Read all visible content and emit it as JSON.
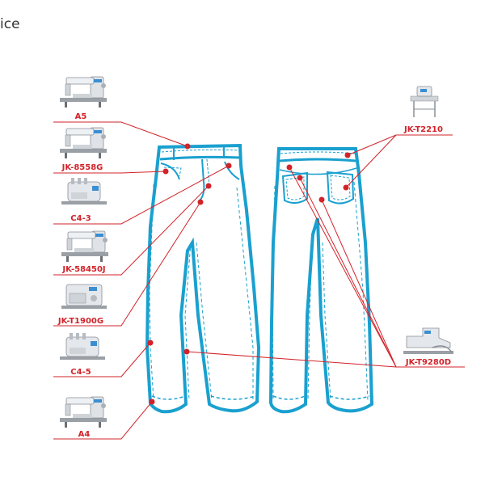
{
  "header": {
    "partial_text": "ice"
  },
  "colors": {
    "accent": "#d2232a",
    "garment": "#1aa0cf",
    "machine": "#8a8f96"
  },
  "machines": [
    {
      "label": "A5",
      "icon": "sewing-machine-icon"
    },
    {
      "label": "JK-8558G",
      "icon": "sewing-machine-icon"
    },
    {
      "label": "C4-3",
      "icon": "overlock-machine-icon"
    },
    {
      "label": "JK-58450J",
      "icon": "sewing-machine-icon"
    },
    {
      "label": "JK-T1900G",
      "icon": "bartack-machine-icon"
    },
    {
      "label": "C4-5",
      "icon": "overlock-machine-icon"
    },
    {
      "label": "A4",
      "icon": "sewing-machine-icon"
    },
    {
      "label": "JK-T2210",
      "icon": "pattern-sewer-icon"
    },
    {
      "label": "JK-T9280D",
      "icon": "feed-off-arm-machine-icon"
    }
  ]
}
